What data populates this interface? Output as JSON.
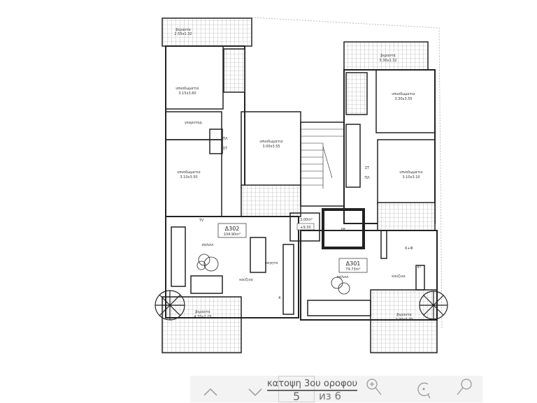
{
  "plan": {
    "rooms": [
      {
        "id": "veranda-top-left",
        "name": "βεραντα",
        "size": "2.55x1.32"
      },
      {
        "id": "bedroom-1",
        "name": "υπνοδωματιο",
        "size": "3.15x3.60"
      },
      {
        "id": "wardrobe",
        "name": "γκαρνταρ.",
        "size": ""
      },
      {
        "id": "bedroom-2",
        "name": "υπνοδωματιο",
        "size": "3.10x3.50"
      },
      {
        "id": "bedroom-3",
        "name": "υπνοδωματιο",
        "size": "3.00x3.55"
      },
      {
        "id": "veranda-top-right",
        "name": "βεραντα",
        "size": "3.30x1.32"
      },
      {
        "id": "bedroom-4",
        "name": "υπνοδωματιο",
        "size": "3.30x3.55"
      },
      {
        "id": "bedroom-5",
        "name": "υπνοδωματιο",
        "size": "3.10x3.10"
      },
      {
        "id": "veranda-bottom-left",
        "name": "βεραντα",
        "size": "4.70x2.15"
      },
      {
        "id": "veranda-bottom-right",
        "name": "βεραντα",
        "size": "2.70x3.70"
      }
    ],
    "apartments": [
      {
        "code": "Δ302",
        "area": "104.90m²",
        "living": "σαλονι",
        "kitchen": "κουζινα",
        "dining": "φαγητο"
      },
      {
        "code": "Δ301",
        "area": "79.73m²",
        "living": "σαλονι",
        "kitchen": "κουζινα"
      }
    ],
    "landing": {
      "area": "3.00m²",
      "level": "+9.30"
    },
    "marks": {
      "pl": "ΠΛ",
      "st": "ΣΤ",
      "tv": "TV",
      "lift": "lift",
      "kf": "Κ+Φ",
      "pp": "ΠΠ",
      "k": "K"
    }
  },
  "toolbar": {
    "title": "κατοψη 3ου οροφου",
    "page": "5",
    "total": "из 6",
    "icons": [
      "chevron-up-icon",
      "chevron-down-icon",
      "zoom-in-icon",
      "rotate-icon",
      "search-icon"
    ]
  }
}
